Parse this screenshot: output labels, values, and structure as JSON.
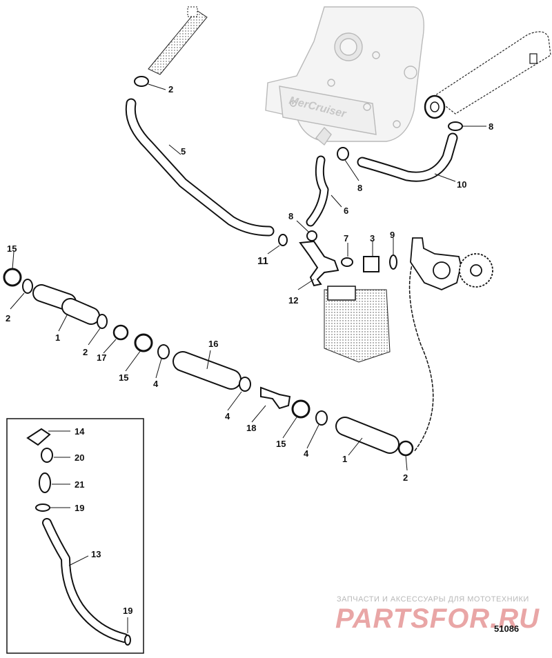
{
  "figure_number": "51086",
  "engine_branding": "MerCruiser",
  "watermark": {
    "tagline": "ЗАПЧАСТИ И АКСЕССУАРЫ ДЛЯ МОТОТЕХНИКИ",
    "logo": "PARTSFOR.RU"
  },
  "callouts": {
    "c2a": "2",
    "c5": "5",
    "c8a": "8",
    "c10": "10",
    "c8b": "8",
    "c6": "6",
    "c8c": "8",
    "c11": "11",
    "c7": "7",
    "c3": "3",
    "c9": "9",
    "c12": "12",
    "c15a": "15",
    "c2b": "2",
    "c1a": "1",
    "c2c": "2",
    "c17": "17",
    "c15b": "15",
    "c4a": "4",
    "c16": "16",
    "c4b": "4",
    "c18": "18",
    "c15c": "15",
    "c4c": "4",
    "c1b": "1",
    "c2d": "2",
    "c14": "14",
    "c20": "20",
    "c21": "21",
    "c19a": "19",
    "c13": "13",
    "c19b": "19"
  }
}
